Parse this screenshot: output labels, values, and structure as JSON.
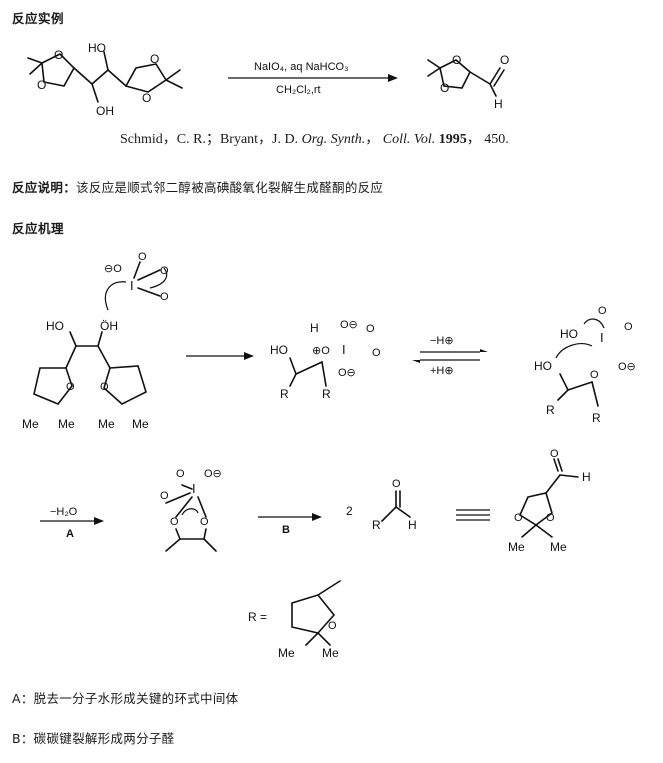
{
  "sections": {
    "example_heading": "反应实例",
    "description_heading": "反应说明：",
    "description_text": "该反应是顺式邻二醇被高碘酸氧化裂解生成醛酮的反应",
    "mechanism_heading": "反应机理"
  },
  "example_reaction": {
    "reagent_top": "NaIO₄, aq NaHCO₃",
    "reagent_bottom": "CH₂Cl₂,rt",
    "label_HO": "HO",
    "label_OH": "OH",
    "label_O": "O",
    "label_H": "H"
  },
  "reference": {
    "authors": "Schmid，C. R.；Bryant，J. D.",
    "journal": "Org. Synth.",
    "volume": "Coll. Vol.",
    "year": "1995",
    "page": "450."
  },
  "mechanism": {
    "step1_HO": "HO",
    "step1_OH": "ÖH",
    "Me": "Me",
    "R": "R",
    "H": "H",
    "arrow_minus_H": "−H⊕",
    "arrow_plus_H": "+H⊕",
    "HO_label": "HO",
    "minus_water": "−H₂O",
    "A": "A",
    "B": "B",
    "two": "2",
    "R_equals": "R ="
  },
  "notes": {
    "A": "A：脱去一分子水形成关键的环式中间体",
    "B": "B：碳碳键裂解形成两分子醛"
  }
}
